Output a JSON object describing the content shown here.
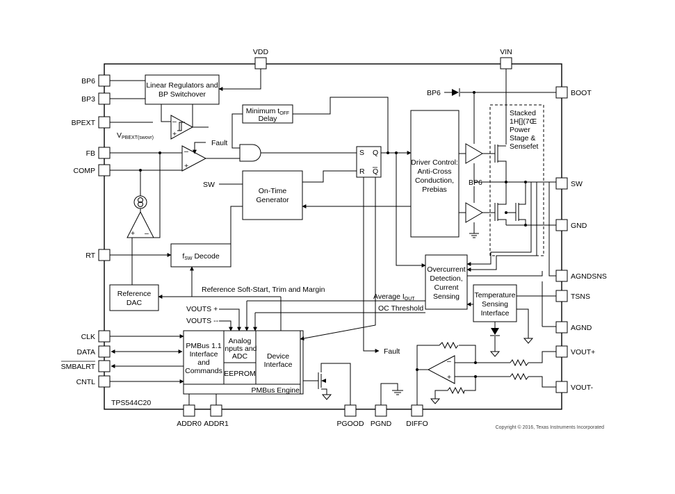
{
  "chip": {
    "name": "TPS544C20",
    "copyright": "Copyright © 2016, Texas Instruments Incorporated"
  },
  "pins": {
    "vdd": "VDD",
    "vin": "VIN",
    "bp6": "BP6",
    "bp3": "BP3",
    "bpext": "BPEXT",
    "fb": "FB",
    "comp": "COMP",
    "rt": "RT",
    "clk": "CLK",
    "data": "DATA",
    "smbalrt": "SMBALRT",
    "cntl": "CNTL",
    "addr0": "ADDR0",
    "addr1": "ADDR1",
    "pgood": "PGOOD",
    "pgnd": "PGND",
    "diffo": "DIFFO",
    "boot": "BOOT",
    "sw": "SW",
    "gnd": "GND",
    "agndsns": "AGNDSNS",
    "tsns": "TSNS",
    "agnd": "AGND",
    "voutp": "VOUT+",
    "voutn": "VOUT-"
  },
  "blocks": {
    "linreg": [
      "Linear Regulators and",
      "BP Switchover"
    ],
    "min_off_pre": "Minimum t",
    "min_off_sub": "OFF",
    "min_off_l2": "Delay",
    "ontime": [
      "On-Time",
      "Generator"
    ],
    "fsw_pre": "f",
    "fsw_sub": "SW",
    "fsw_post": " Decode",
    "refdac": [
      "Reference",
      "DAC"
    ],
    "driver": [
      "Driver Control:",
      "Anti-Cross",
      "Conduction,",
      "Prebias"
    ],
    "stacked": [
      "Stacked",
      "1H[](7Œ",
      "Power",
      "Stage &",
      "Sensefet"
    ],
    "ocd": [
      "Overcurrent",
      "Detection,",
      "Current",
      "Sensing"
    ],
    "temp": [
      "Temperature",
      "Sensing",
      "Interface"
    ],
    "pmbus_if": [
      "PMBus 1.1",
      "Interface",
      "and",
      "Commands"
    ],
    "analog": [
      "Analog",
      "Inputs and",
      "ADC"
    ],
    "eeprom": "EEPROM",
    "devif": [
      "Device",
      "Interface"
    ],
    "engine": "PMBus Engine"
  },
  "labels": {
    "bp6_boot": "BP6",
    "bp6_low": "BP6",
    "fault1": "Fault",
    "fault2": "Fault",
    "sw_in": "SW",
    "vpbext_pre": "V",
    "vpbext_sub": "PBEXT(swovr)",
    "softstart": "Reference Soft-Start, Trim and Margin",
    "avg_pre": "Average I",
    "avg_sub": "OUT",
    "oc_thr": "OC Threshold",
    "vouts_p": "VOUTS +",
    "vouts_n": "VOUTS --",
    "ff_s": "S",
    "ff_q": "Q",
    "ff_r": "R",
    "ff_qb": "Q",
    "minus": "–",
    "plus": "+"
  }
}
